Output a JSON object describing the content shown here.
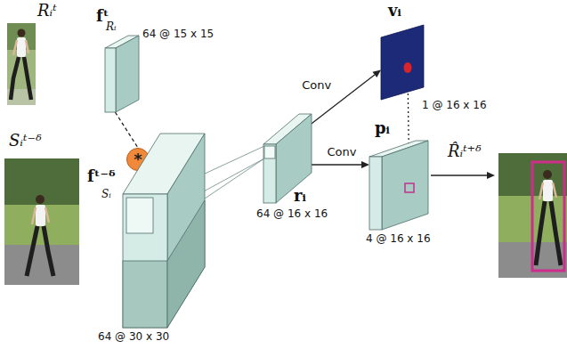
{
  "diagram": {
    "nodes": [
      {
        "text": [
          "fᵗ",
          "Rᵢ",
          "64 @ 15 x 15"
        ]
      },
      {
        "text": [
          "*"
        ]
      },
      {
        "text": [
          "fᵗ⁻ᵟ",
          "Sᵢ",
          "64 @ 30 x 30"
        ]
      },
      {
        "text": [
          "rᵢ",
          "64 @ 16 x 16"
        ]
      },
      {
        "text": [
          "vᵢ",
          "1 @ 16 x 16"
        ]
      },
      {
        "text": [
          "pᵢ",
          "4 @ 16 x 16"
        ]
      }
    ],
    "edges": [
      {
        "from": 0,
        "to": 1,
        "arrow": "none"
      },
      {
        "from": 1,
        "to": 2,
        "arrow": "to"
      },
      {
        "from": 3,
        "to": 4,
        "arrow": "to",
        "label": "Conv"
      },
      {
        "from": 3,
        "to": 5,
        "arrow": "to",
        "label": "Conv"
      },
      {
        "from": 4,
        "to": 5,
        "arrow": "none"
      }
    ],
    "labels": [
      "Rᵢᵗ",
      "Sᵢᵗ⁻ᵟ",
      "R̂ᵢᵗ⁺ᵟ"
    ]
  }
}
